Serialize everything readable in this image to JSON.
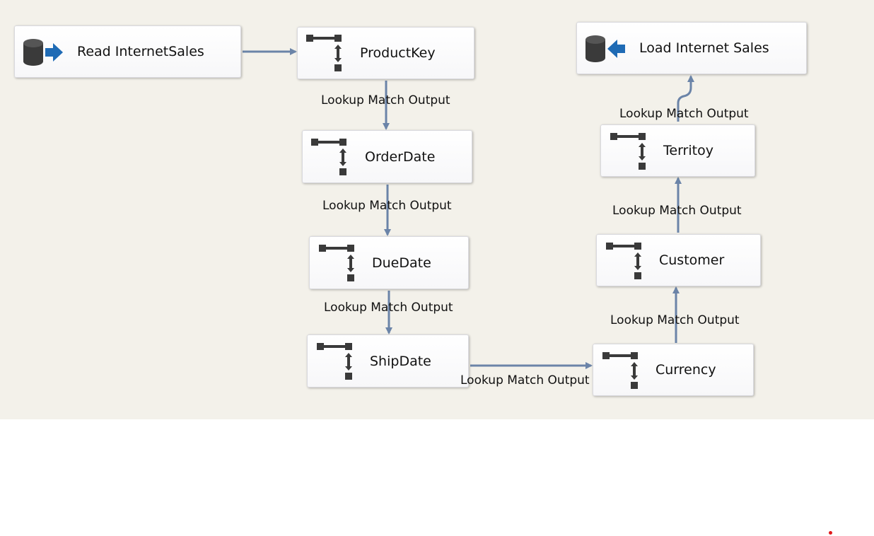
{
  "nodes": {
    "read_internet_sales": {
      "label": "Read InternetSales",
      "icon": "database-source-icon"
    },
    "product_key": {
      "label": "ProductKey",
      "icon": "lookup-transform-icon"
    },
    "order_date": {
      "label": "OrderDate",
      "icon": "lookup-transform-icon"
    },
    "due_date": {
      "label": "DueDate",
      "icon": "lookup-transform-icon"
    },
    "ship_date": {
      "label": "ShipDate",
      "icon": "lookup-transform-icon"
    },
    "currency": {
      "label": "Currency",
      "icon": "lookup-transform-icon"
    },
    "customer": {
      "label": "Customer",
      "icon": "lookup-transform-icon"
    },
    "territory": {
      "label": "Territoy",
      "icon": "lookup-transform-icon"
    },
    "load_internet_sales": {
      "label": "Load Internet Sales",
      "icon": "database-destination-icon"
    }
  },
  "edges": [
    {
      "from": "Read InternetSales",
      "to": "ProductKey",
      "label": ""
    },
    {
      "from": "ProductKey",
      "to": "OrderDate",
      "label": "Lookup Match Output"
    },
    {
      "from": "OrderDate",
      "to": "DueDate",
      "label": "Lookup Match Output"
    },
    {
      "from": "DueDate",
      "to": "ShipDate",
      "label": "Lookup Match Output"
    },
    {
      "from": "ShipDate",
      "to": "Currency",
      "label": "Lookup Match Output"
    },
    {
      "from": "Currency",
      "to": "Customer",
      "label": "Lookup Match Output"
    },
    {
      "from": "Customer",
      "to": "Territoy",
      "label": "Lookup Match Output"
    },
    {
      "from": "Territoy",
      "to": "Load Internet Sales",
      "label": "Lookup Match Output"
    }
  ],
  "colors": {
    "canvas_background": "#f3f1ea",
    "connector": "#6b84a8",
    "icon_dark": "#3a3a3a",
    "icon_arrow": "#1f6bb5"
  }
}
